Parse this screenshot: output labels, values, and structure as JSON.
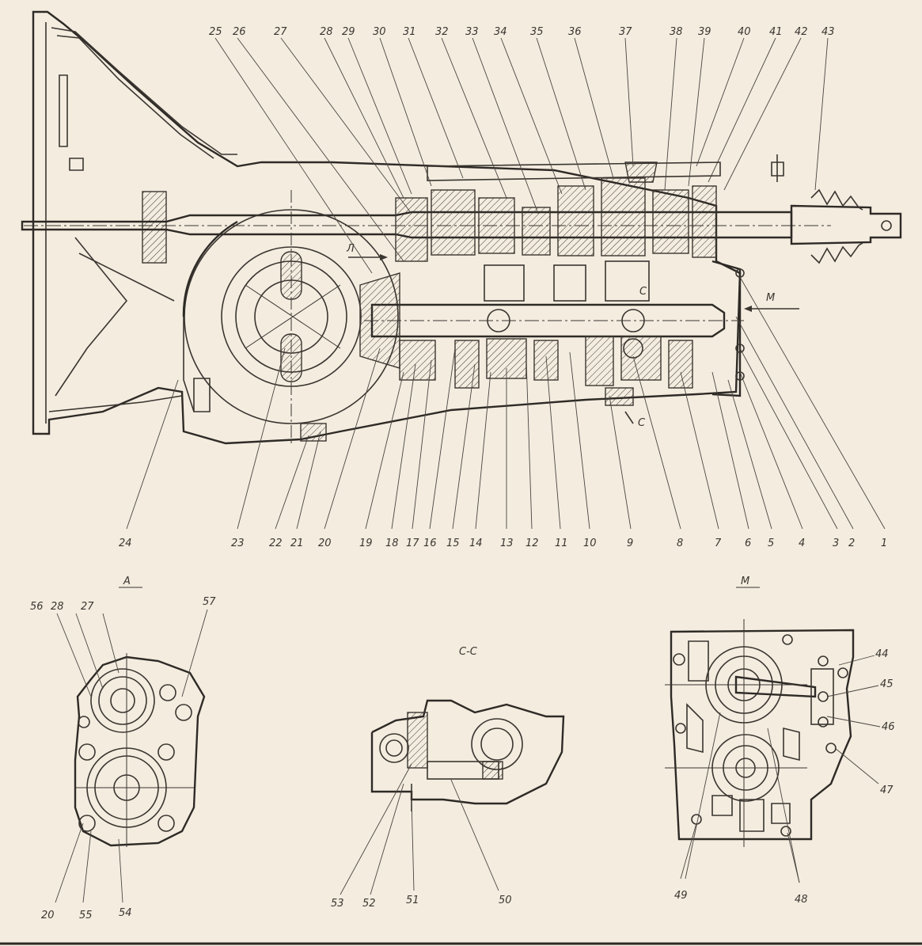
{
  "views": {
    "main_arrow_l": "Л",
    "main_arrow_m": "М",
    "main_section_c": "С",
    "view_a_title": "А",
    "view_cc_title": "С-С",
    "view_m_title": "М"
  },
  "top_labels": [
    "25",
    "26",
    "27",
    "28",
    "29",
    "30",
    "31",
    "32",
    "33",
    "34",
    "35",
    "36",
    "37",
    "38",
    "39",
    "40",
    "41",
    "42",
    "43"
  ],
  "bottom_labels": [
    "24",
    "23",
    "22",
    "21",
    "20",
    "19",
    "18",
    "17",
    "16",
    "15",
    "14",
    "13",
    "12",
    "11",
    "10",
    "9",
    "8",
    "7",
    "6",
    "5",
    "4",
    "3",
    "2",
    "1"
  ],
  "view_a_labels": [
    "56",
    "28",
    "27",
    "57",
    "20",
    "55",
    "54"
  ],
  "view_cc_labels": [
    "53",
    "52",
    "51",
    "50"
  ],
  "view_m_labels": [
    "44",
    "45",
    "46",
    "47",
    "49",
    "48"
  ],
  "colors": {
    "paper": "#f3ecdf",
    "ink": "#3a3530"
  }
}
